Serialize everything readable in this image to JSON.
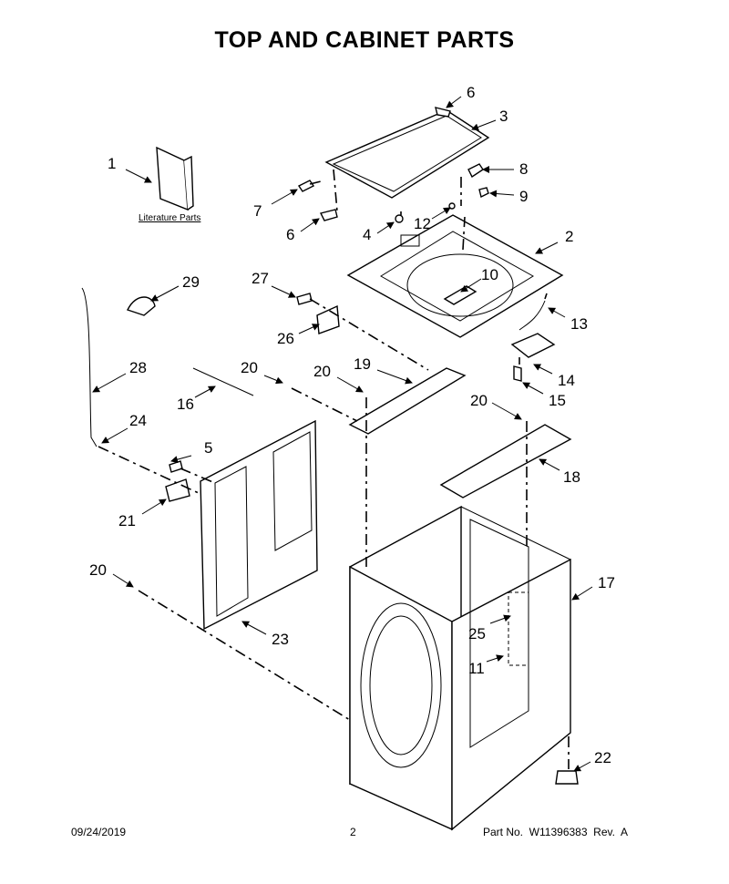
{
  "page": {
    "title": "TOP AND CABINET PARTS",
    "literature_label": "Literature Parts",
    "footer": {
      "date": "09/24/2019",
      "page_number": "2",
      "part_no": "Part No.  W11396383  Rev.  A"
    }
  },
  "callouts": [
    "1",
    "2",
    "3",
    "4",
    "5",
    "6",
    "6",
    "7",
    "8",
    "9",
    "10",
    "11",
    "12",
    "13",
    "14",
    "15",
    "16",
    "17",
    "18",
    "19",
    "20",
    "20",
    "20",
    "20",
    "21",
    "22",
    "23",
    "24",
    "25",
    "26",
    "27",
    "28",
    "29"
  ]
}
